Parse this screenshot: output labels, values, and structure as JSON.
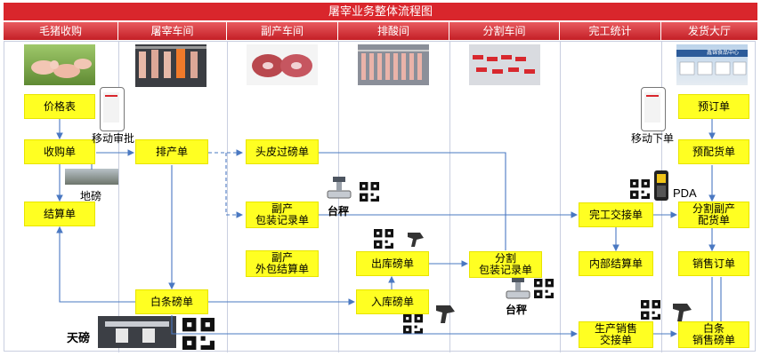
{
  "title": "屠宰业务整体流程图",
  "lanes": [
    "毛猪收购",
    "屠宰车间",
    "副产车间",
    "排酸间",
    "分割车间",
    "完工统计",
    "发货大厅"
  ],
  "boxes": {
    "price_list": "价格表",
    "purchase_order": "收购单",
    "settlement": "结算单",
    "schedule_order": "排产单",
    "white_weigh": "白条磅单",
    "head_skin_weigh": "头皮过磅单",
    "byproduct_pack": "副产\n包装记录单",
    "byproduct_outsourcing": "副产\n外包结算单",
    "outbound_weigh": "出库磅单",
    "inbound_weigh": "入库磅单",
    "cut_pack": "分割\n包装记录单",
    "completion_handover": "完工交接单",
    "internal_settlement": "内部结算单",
    "production_sales_handover": "生产销售\n交接单",
    "pre_order": "预订单",
    "pre_delivery": "预配货单",
    "cut_byproduct_delivery": "分割副产\n配货单",
    "sales_order": "销售订单",
    "white_sales_weigh": "白条\n销售磅单"
  },
  "labels": {
    "mobile_approval": "移动审批",
    "ground_scale": "地磅",
    "platform_scale_1": "台秤",
    "platform_scale_2": "台秤",
    "overhead_scale": "天磅",
    "mobile_order": "移动下单",
    "pda": "PDA"
  },
  "colors": {
    "title_bg": "#d9262c",
    "box_fill": "#ffff22",
    "arrow": "#4a78c2"
  },
  "photo_texts": {
    "truck_sign": "鑫锦食品中心"
  }
}
